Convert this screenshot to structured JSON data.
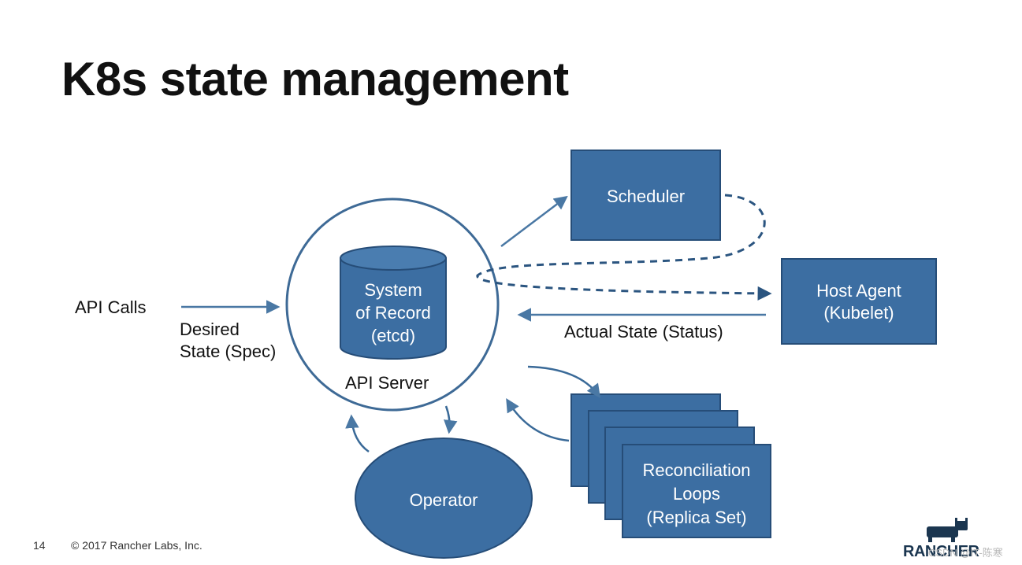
{
  "title": "K8s state management",
  "nodes": {
    "etcd": [
      "System",
      "of Record",
      "(etcd)"
    ],
    "api_server": "API Server",
    "scheduler": "Scheduler",
    "host_agent": [
      "Host Agent",
      "(Kubelet)"
    ],
    "operator": "Operator",
    "reconciliation": [
      "Reconciliation",
      "Loops",
      "(Replica Set)"
    ]
  },
  "labels": {
    "api_calls": "API Calls",
    "desired_state": [
      "Desired",
      "State (Spec)"
    ],
    "actual_state": "Actual State (Status)"
  },
  "footer": {
    "page_number": "14",
    "copyright": "© 2017 Rancher Labs, Inc.",
    "brand": "RANCHER",
    "watermark": "CSDN @IT-陈寒"
  },
  "colors": {
    "box_fill": "#3c6ea2",
    "box_stroke": "#264d78",
    "arrow": "#4a78a4",
    "dashed": "#2b5580"
  }
}
